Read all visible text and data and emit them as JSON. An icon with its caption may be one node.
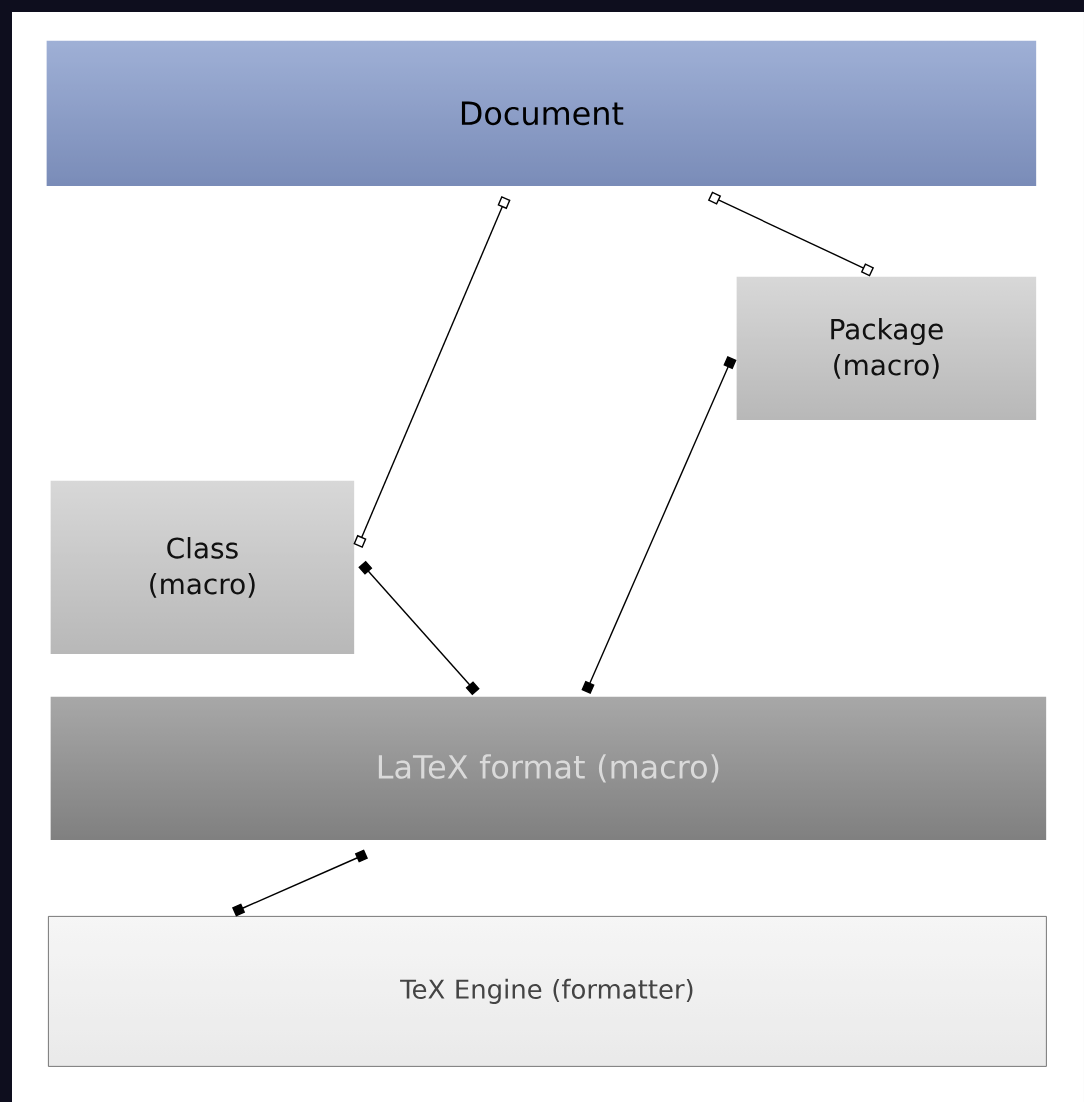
{
  "diagram": {
    "nodes": [
      {
        "text": [
          "Document"
        ]
      },
      {
        "text": [
          "Package (macro)"
        ]
      },
      {
        "text": [
          "Class (macro)"
        ]
      },
      {
        "text": [
          "LaTeX format (macro)"
        ]
      },
      {
        "text": [
          "TeX Engine (formatter)"
        ]
      }
    ],
    "edges": [
      {
        "from": 0,
        "to": 2,
        "arrow": "other"
      },
      {
        "from": 0,
        "to": 1,
        "arrow": "other"
      },
      {
        "from": 2,
        "to": 3,
        "arrow": "other"
      },
      {
        "from": 1,
        "to": 3,
        "arrow": "other"
      },
      {
        "from": 3,
        "to": 4,
        "arrow": "other"
      }
    ]
  }
}
